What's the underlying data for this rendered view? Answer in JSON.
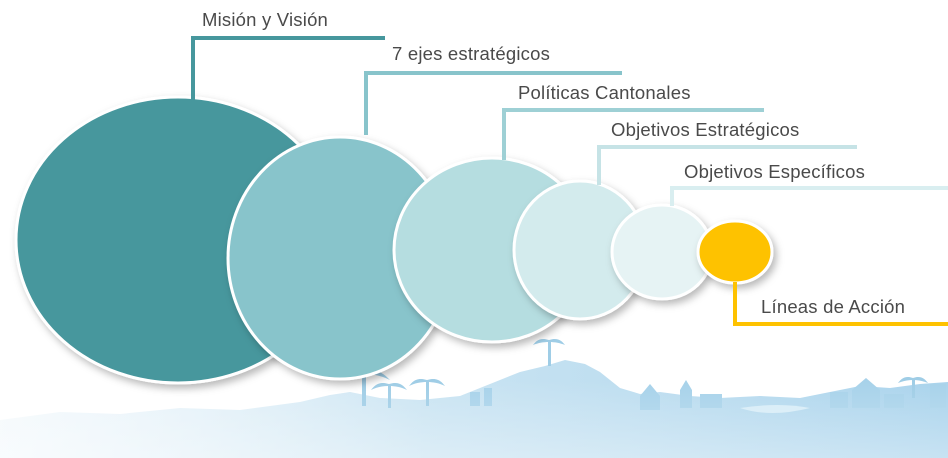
{
  "diagram": {
    "levels": [
      {
        "label": "Misión y Visión",
        "color": "#46979d"
      },
      {
        "label": "7 ejes estratégicos",
        "color": "#88c4cb"
      },
      {
        "label": "Políticas Cantonales",
        "color": "#b5dde0"
      },
      {
        "label": "Objetivos Estratégicos",
        "color": "#d3ebed"
      },
      {
        "label": "Objetivos Específicos",
        "color": "#e6f3f4"
      },
      {
        "label": "Líneas de Acción",
        "color": "#fec200"
      }
    ],
    "skyline": {
      "color": "#b9dcee",
      "icon": "city-skyline-silhouette"
    }
  }
}
